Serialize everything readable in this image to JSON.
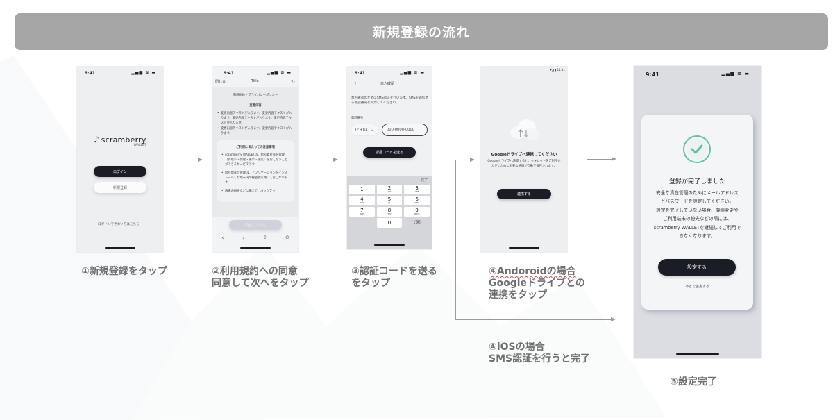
{
  "title": "新規登録の流れ",
  "steps": [
    {
      "caption_lines": [
        "①新規登録をタップ"
      ],
      "screen": {
        "time": "9:41",
        "signal": "▂▄▆ ≋ ▬",
        "logo_mark": "♪",
        "logo_name": "scramberry",
        "logo_sub": "WALLET",
        "login_button": "ログイン",
        "signup_button": "新規登録",
        "help_link": "ログインできない方はこちら"
      }
    },
    {
      "caption_lines": [
        "②利用規約への同意",
        "同意して次へをタップ"
      ],
      "screen": {
        "time": "9:41",
        "signal": "▂▄▆ ≋ ▬",
        "close": "閉じる",
        "nav_title": "Title",
        "reload_icon": "↻",
        "doc_title": "利用規約・プライバシーポリシー",
        "changes_heading": "変更内容",
        "changes": [
          "変更内容テキストが入ります。変更内容テキストが入ります。変更内容テキストが入ります。変更内容テキストが入ります。",
          "変更内容テキストが入ります。変更内容テキストが入ります。"
        ],
        "notice_heading": "ご利用にあたっての注意事項",
        "notices": [
          "scramberry WALLETは、暗号資産等を管理（受取り・保管・表示・送信）をおこなうことができるサービスです。",
          "暗号資産の管理は、アプリケーションをインストールした端末内の秘密鍵を用いておこないます。",
          "端末の紛失などに備えて、バックアッ"
        ],
        "agree_button": "同意して次へ",
        "toolbar": [
          "‹",
          "›",
          "⇪",
          "⊘"
        ]
      }
    },
    {
      "caption_lines": [
        "③認証コードを送る",
        "をタップ"
      ],
      "screen": {
        "time": "9:41",
        "signal": "▂▄▆ ≋ ▬",
        "back": "‹",
        "nav_title": "本人確認",
        "description": "本人確認のためにSMS認証を行います。SMSを送信する電話番号を入力してください。",
        "phone_label": "電話番号",
        "country_code": "JP +81",
        "phone_value": "000-0000-0000",
        "send_button": "認証コードを送る",
        "keypad_done": "完了",
        "keys": [
          {
            "n": "1",
            "l": ""
          },
          {
            "n": "2",
            "l": "ABC"
          },
          {
            "n": "3",
            "l": "DEF"
          },
          {
            "n": "4",
            "l": "GHI"
          },
          {
            "n": "5",
            "l": "JKL"
          },
          {
            "n": "6",
            "l": "MNO"
          },
          {
            "n": "7",
            "l": "PQRS"
          },
          {
            "n": "8",
            "l": "TUV"
          },
          {
            "n": "9",
            "l": "WXYZ"
          },
          {
            "n": "",
            "l": ""
          },
          {
            "n": "0",
            "l": ""
          },
          {
            "n": "⌫",
            "l": ""
          }
        ]
      }
    },
    {
      "caption_lines": [
        "④Andoroidの場合",
        "Googleドライブとの",
        "連携をタップ"
      ],
      "screen": {
        "status_right": "▾◢ ▮ 11:11",
        "heading": "Googleドライブへ連携してください",
        "description": "Googleドライブへ連携すると、ウォレットをご利用いただくために必要な情報が自動で保存されます。",
        "connect_button": "連携する"
      }
    },
    {
      "caption_lines": [
        "④iOSの場合",
        "SMS認証を行うと完了"
      ]
    },
    {
      "caption_lines": [
        "⑤設定完了"
      ],
      "screen": {
        "time": "9:41",
        "signal": "▂▄▆ ≋ ▬",
        "heading": "登録が完了しました",
        "description_lines": [
          "安全な資産管理のためにメールアドレス",
          "とパスワードを設定してください。",
          "設定を完了していない場合、機種変更や",
          "ご利用端末の紛失などの際には、",
          "scramberry WALLETを継続してご利用で",
          "きなくなります。"
        ],
        "setup_button": "設定する",
        "later_link": "あとで設定する",
        "check_color": "#5cc4a0"
      }
    }
  ]
}
